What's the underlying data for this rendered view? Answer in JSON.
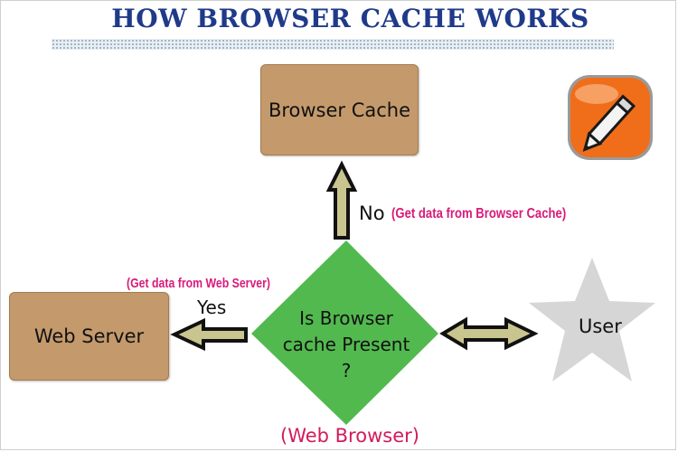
{
  "title": "HOW BROWSER CACHE WORKS",
  "nodes": {
    "browser_cache": "Browser Cache",
    "web_server": "Web Server",
    "decision": [
      "Is Browser",
      "cache Present",
      "?"
    ],
    "user": "User"
  },
  "edges": {
    "no_label": "No",
    "no_note": "(Get data from Browser Cache)",
    "yes_label": "Yes",
    "yes_note": "(Get data from Web Server)"
  },
  "decision_caption": "(Web Browser)",
  "icons": {
    "badge": "pencil-icon"
  },
  "colors": {
    "title": "#1f3a8a",
    "box_fill": "#c49a6c",
    "decision_fill": "#52b94f",
    "arrow_fill": "#c9c58f",
    "star_fill": "#d6d6d6",
    "note_pink": "#d81b7a",
    "badge_orange": "#f06e1a"
  }
}
